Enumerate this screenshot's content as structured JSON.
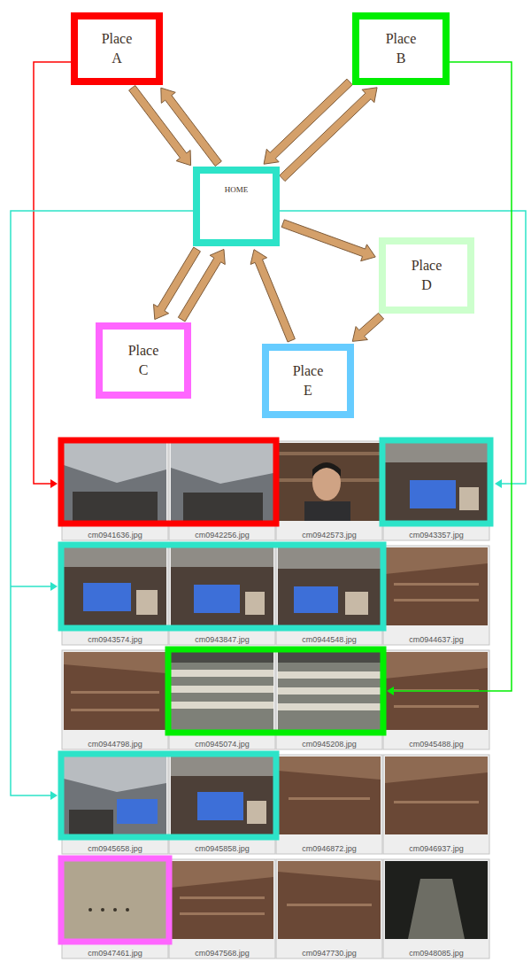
{
  "diagram": {
    "nodes": [
      {
        "text": [
          "Place A"
        ]
      },
      {
        "text": [
          "Place B"
        ]
      },
      {
        "text": [
          "HOME"
        ]
      },
      {
        "text": [
          "Place D"
        ]
      },
      {
        "text": [
          "Place C"
        ]
      },
      {
        "text": [
          "Place E"
        ]
      }
    ],
    "edges": [
      {
        "from": 2,
        "to": 0,
        "arrow": "to"
      },
      {
        "from": 0,
        "to": 2,
        "arrow": "to"
      },
      {
        "from": 2,
        "to": 1,
        "arrow": "to"
      },
      {
        "from": 1,
        "to": 2,
        "arrow": "to"
      },
      {
        "from": 4,
        "to": 2,
        "arrow": "to"
      },
      {
        "from": 2,
        "to": 4,
        "arrow": "to"
      },
      {
        "from": 2,
        "to": 3,
        "arrow": "to"
      },
      {
        "from": 3,
        "to": 5,
        "arrow": "to"
      },
      {
        "from": 5,
        "to": 2,
        "arrow": "to"
      }
    ],
    "labels": [
      "cm0941636.jpg",
      "cm0942256.jpg",
      "cm0942573.jpg",
      "cm0943357.jpg",
      "cm0943574.jpg",
      "cm0943847.jpg",
      "cm0944548.jpg",
      "cm0944637.jpg",
      "cm0944798.jpg",
      "cm0945074.jpg",
      "cm0945208.jpg",
      "cm0945488.jpg",
      "cm0945658.jpg",
      "cm0945858.jpg",
      "cm0946872.jpg",
      "cm0946937.jpg",
      "cm0947461.jpg",
      "cm0947568.jpg",
      "cm0947730.jpg",
      "cm0948085.jpg"
    ]
  }
}
